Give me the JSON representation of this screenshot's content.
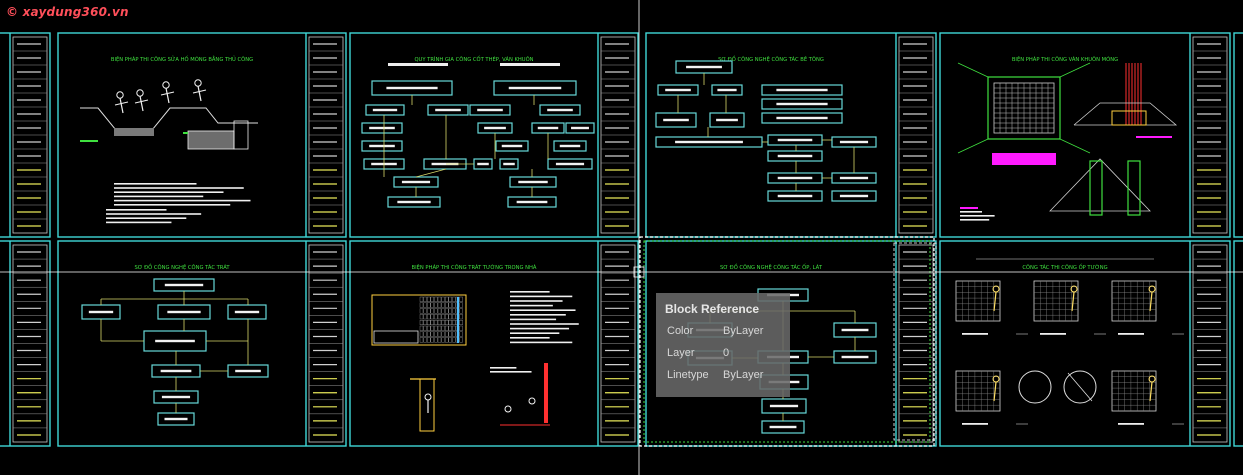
{
  "app": {
    "watermark": "© xaydung360.vn"
  },
  "sheets": [
    {
      "id": "s1",
      "title": "BIỆN PHÁP THI CÔNG SỬA HỐ MÓNG BẰNG THỦ CÔNG",
      "kind": "excavation"
    },
    {
      "id": "s2",
      "title": "QUY TRÌNH GIA CÔNG CỐT THÉP, VÁN KHUÔN",
      "kind": "flow-rebar"
    },
    {
      "id": "s3",
      "title": "SƠ ĐỒ CÔNG NGHỆ CÔNG TÁC BÊ TÔNG",
      "kind": "flow-concrete"
    },
    {
      "id": "s4",
      "title": "BIỆN PHÁP THI CÔNG VÁN KHUÔN MÓNG",
      "kind": "formwork"
    },
    {
      "id": "s5",
      "title": "SƠ ĐỒ CÔNG NGHỆ CÔNG TÁC TRÁT",
      "kind": "flow-plaster"
    },
    {
      "id": "s6",
      "title": "BIỆN PHÁP THI CÔNG TRÁT TƯỜNG TRONG NHÀ",
      "kind": "plaster-wall"
    },
    {
      "id": "s7",
      "title": "SƠ ĐỒ CÔNG NGHỆ CÔNG TÁC ỐP, LÁT",
      "kind": "flow-tiling",
      "selected": true
    },
    {
      "id": "s8",
      "title": "CÔNG TÁC THI CÔNG ỐP TƯỜNG",
      "kind": "wall-tiling"
    }
  ],
  "tooltip": {
    "title": "Block Reference",
    "rows": [
      {
        "key": "Color",
        "value": "ByLayer"
      },
      {
        "key": "Layer",
        "value": "0"
      },
      {
        "key": "Linetype",
        "value": "ByLayer"
      }
    ]
  },
  "colors": {
    "background": "#000000",
    "sheet_border": "#3fd7d7",
    "title_green": "#3fe03f",
    "block_outline": "#66d9d9",
    "connector_yellow": "#d8d86a",
    "selection_dash": "#ffffff",
    "magenta": "#ff1aff"
  }
}
